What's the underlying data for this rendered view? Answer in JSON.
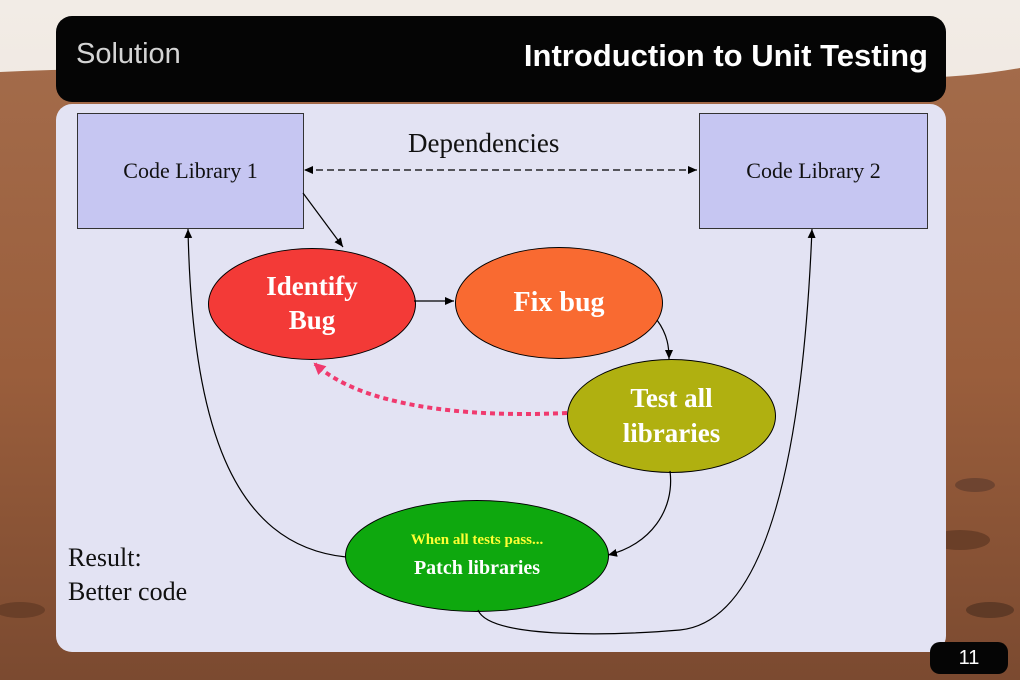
{
  "header": {
    "section": "Solution",
    "title": "Introduction to Unit Testing"
  },
  "diagram": {
    "library1": "Code Library 1",
    "library2": "Code Library 2",
    "dependencies": "Dependencies",
    "identify": [
      "Identify",
      "Bug"
    ],
    "fix": "Fix bug",
    "test": [
      "Test all",
      "libraries"
    ],
    "patch_note": "When all tests pass...",
    "patch": "Patch libraries"
  },
  "result": [
    "Result:",
    "Better code"
  ],
  "page_number": "11",
  "colors": {
    "identify_fill": "#f33a37",
    "fix_fill": "#f96a31",
    "test_fill": "#b0b010",
    "patch_fill": "#0ea80e",
    "patch_note_text": "#ffff33",
    "feedback_arrow": "#f03a6e"
  }
}
